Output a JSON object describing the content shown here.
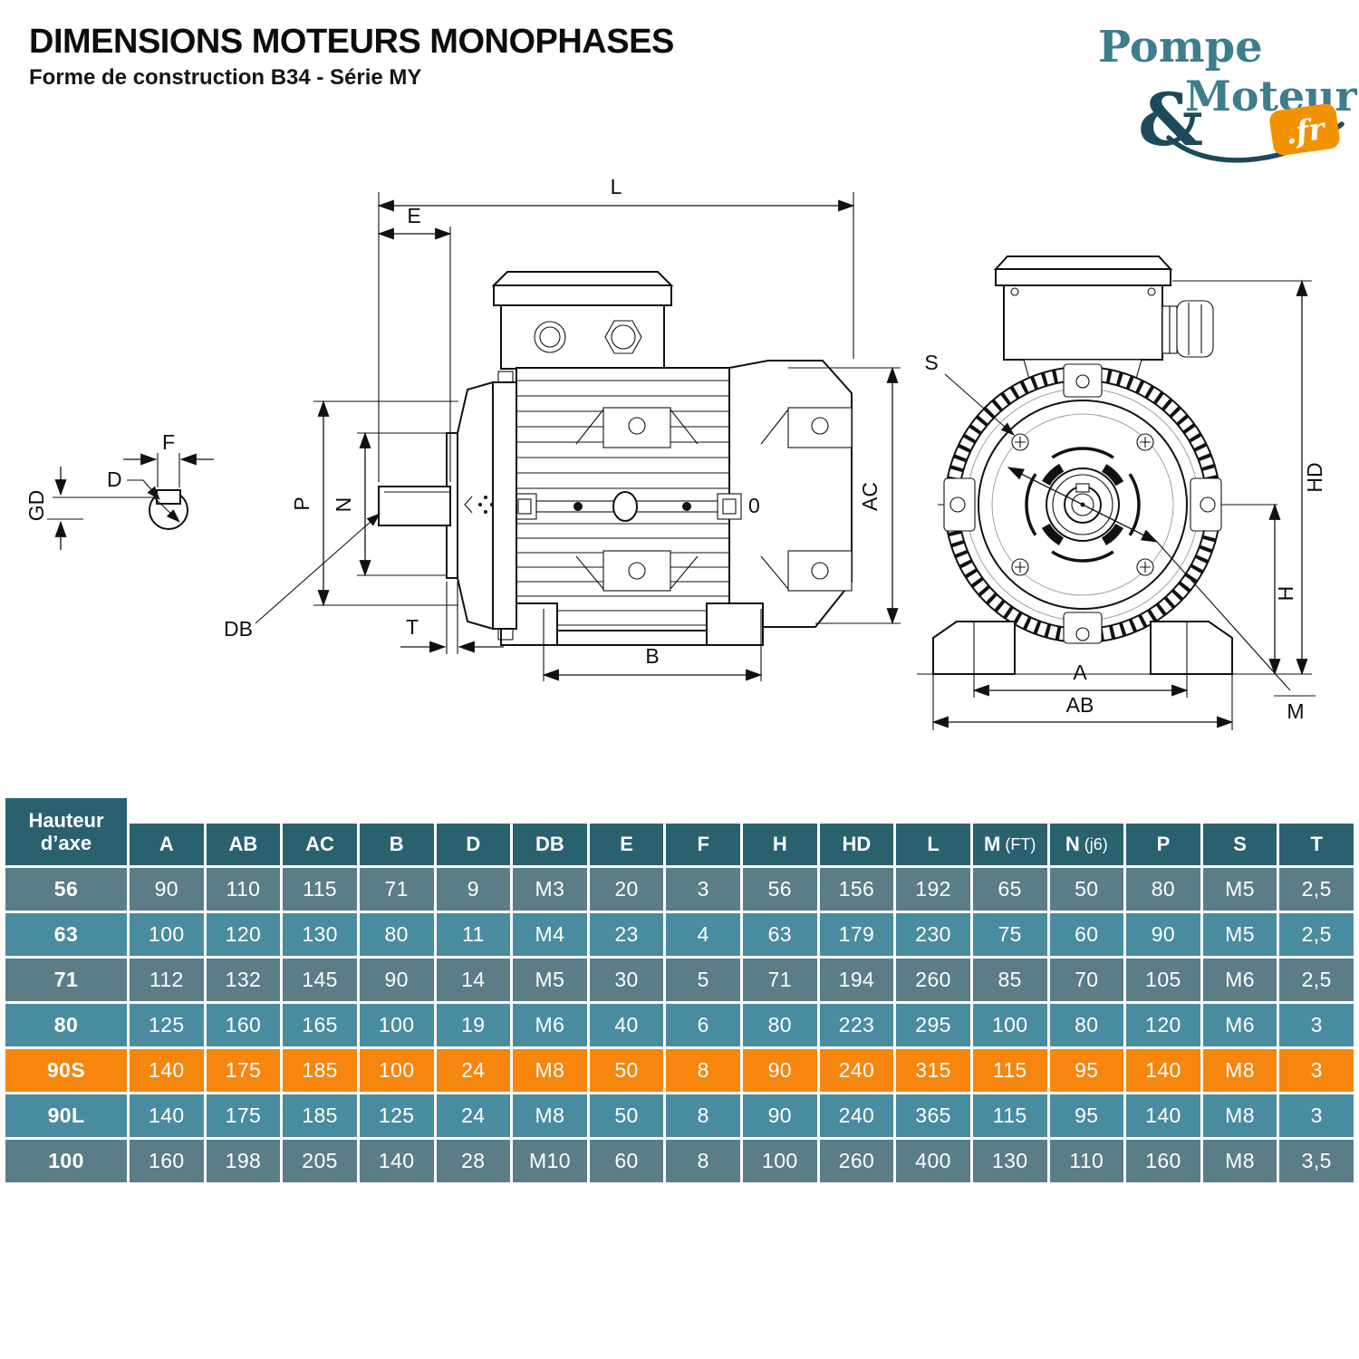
{
  "page": {
    "title": "DIMENSIONS MOTEURS MONOPHASES",
    "subtitle": "Forme de construction B34 - Série MY"
  },
  "logo": {
    "pompe": "Pompe",
    "amp": "&",
    "moteur": "Moteur",
    "fr": ".fr",
    "colors": {
      "teal": "#3d7d8d",
      "dark": "#1d4a5a",
      "orange": "#f39200"
    }
  },
  "diagram": {
    "labels": {
      "F": "F",
      "D": "D",
      "GD": "GD",
      "L": "L",
      "E": "E",
      "P": "P",
      "N": "N",
      "DB": "DB",
      "T": "T",
      "B": "B",
      "AC": "AC",
      "O": "0",
      "S": "S",
      "HD": "HD",
      "H": "H",
      "A": "A",
      "AB": "AB",
      "M": "M"
    }
  },
  "table": {
    "row_header_label": "Hauteur d’axe",
    "columns": [
      {
        "main": "A",
        "sub": ""
      },
      {
        "main": "AB",
        "sub": ""
      },
      {
        "main": "AC",
        "sub": ""
      },
      {
        "main": "B",
        "sub": ""
      },
      {
        "main": "D",
        "sub": ""
      },
      {
        "main": "DB",
        "sub": ""
      },
      {
        "main": "E",
        "sub": ""
      },
      {
        "main": "F",
        "sub": ""
      },
      {
        "main": "H",
        "sub": ""
      },
      {
        "main": "HD",
        "sub": ""
      },
      {
        "main": "L",
        "sub": ""
      },
      {
        "main": "M",
        "sub": "(FT)"
      },
      {
        "main": "N",
        "sub": "(j6)"
      },
      {
        "main": "P",
        "sub": ""
      },
      {
        "main": "S",
        "sub": ""
      },
      {
        "main": "T",
        "sub": ""
      }
    ],
    "rows": [
      {
        "label": "56",
        "variant": "a",
        "values": [
          "90",
          "110",
          "115",
          "71",
          "9",
          "M3",
          "20",
          "3",
          "56",
          "156",
          "192",
          "65",
          "50",
          "80",
          "M5",
          "2,5"
        ]
      },
      {
        "label": "63",
        "variant": "b",
        "values": [
          "100",
          "120",
          "130",
          "80",
          "11",
          "M4",
          "23",
          "4",
          "63",
          "179",
          "230",
          "75",
          "60",
          "90",
          "M5",
          "2,5"
        ]
      },
      {
        "label": "71",
        "variant": "a",
        "values": [
          "112",
          "132",
          "145",
          "90",
          "14",
          "M5",
          "30",
          "5",
          "71",
          "194",
          "260",
          "85",
          "70",
          "105",
          "M6",
          "2,5"
        ]
      },
      {
        "label": "80",
        "variant": "b",
        "values": [
          "125",
          "160",
          "165",
          "100",
          "19",
          "M6",
          "40",
          "6",
          "80",
          "223",
          "295",
          "100",
          "80",
          "120",
          "M6",
          "3"
        ]
      },
      {
        "label": "90S",
        "variant": "hl",
        "values": [
          "140",
          "175",
          "185",
          "100",
          "24",
          "M8",
          "50",
          "8",
          "90",
          "240",
          "315",
          "115",
          "95",
          "140",
          "M8",
          "3"
        ]
      },
      {
        "label": "90L",
        "variant": "b",
        "values": [
          "140",
          "175",
          "185",
          "125",
          "24",
          "M8",
          "50",
          "8",
          "90",
          "240",
          "365",
          "115",
          "95",
          "140",
          "M8",
          "3"
        ]
      },
      {
        "label": "100",
        "variant": "a",
        "values": [
          "160",
          "198",
          "205",
          "140",
          "28",
          "M10",
          "60",
          "8",
          "100",
          "260",
          "400",
          "130",
          "110",
          "160",
          "M8",
          "3,5"
        ]
      }
    ],
    "colors": {
      "header_bg": "#29616f",
      "row_a": "#5b7d87",
      "row_b": "#4a8c9f",
      "row_highlight": "#f6860e",
      "text": "#ffffff"
    }
  }
}
